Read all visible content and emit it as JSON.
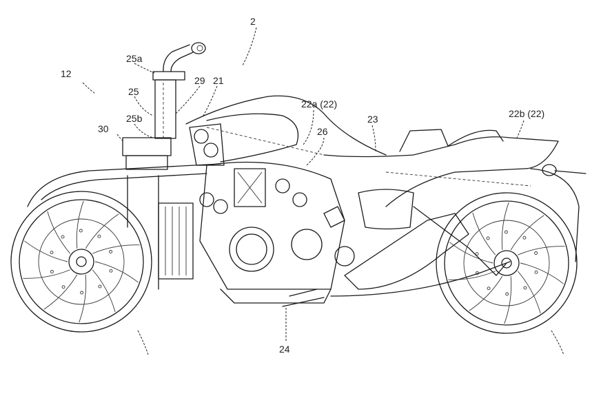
{
  "figure": {
    "labels": {
      "vehicle": "2",
      "front_unit": "12",
      "steering_top": "25a",
      "steering_shaft": "25",
      "steering_bottom": "25b",
      "front_bracket": "30",
      "cable": "29",
      "tank": "21",
      "cover_front": "22a (22)",
      "engine_mount": "26",
      "frame": "23",
      "cover_rear": "22b (22)",
      "engine": "24"
    },
    "line_color": "#1a1a1a",
    "background": "#ffffff"
  }
}
